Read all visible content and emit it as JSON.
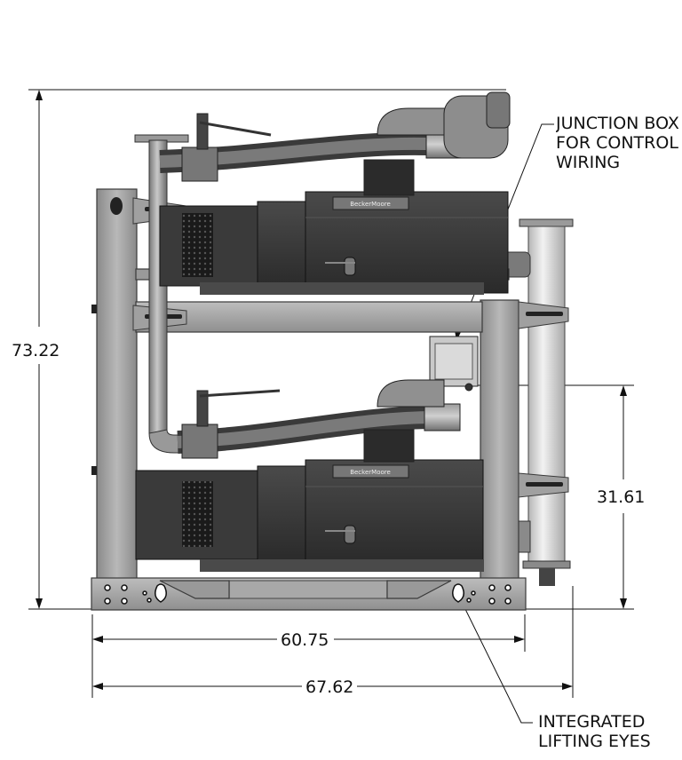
{
  "dimensions": {
    "overall_height": "73.22",
    "lower_height": "31.61",
    "frame_width": "60.75",
    "overall_width": "67.62"
  },
  "callouts": {
    "junction_box": [
      "JUNCTION BOX",
      "FOR CONTROL",
      "WIRING"
    ],
    "lifting_eyes": [
      "INTEGRATED",
      "LIFTING EYES"
    ]
  },
  "brand_plate": "BeckerMoore",
  "colors": {
    "frame": "#a3a3a3",
    "frame_dark": "#6e6e6e",
    "pump_body": "#3c3c3c",
    "pump_dark": "#262626",
    "pipe": "#8c8c8c",
    "hose": "#5a5a5a",
    "line": "#111111"
  }
}
